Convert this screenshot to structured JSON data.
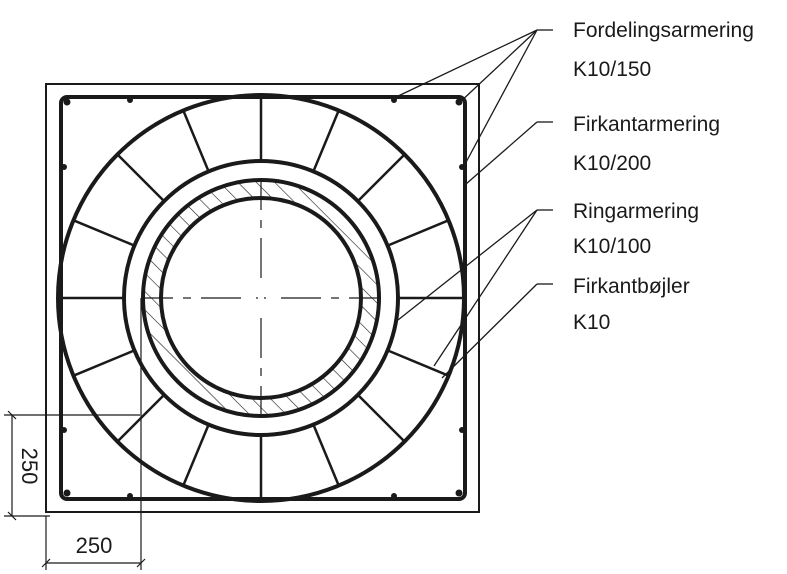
{
  "labels": [
    {
      "name": "Fordelingsarmering",
      "spec": "K10/150"
    },
    {
      "name": "Firkantarmering",
      "spec": "K10/200"
    },
    {
      "name": "Ringarmering",
      "spec": "K10/100"
    },
    {
      "name": "Firkantbøjler",
      "spec": "K10"
    }
  ],
  "dimensions": {
    "vertical": "250",
    "horizontal": "250"
  },
  "colors": {
    "line": "#1a1a1a",
    "background": "#ffffff"
  }
}
